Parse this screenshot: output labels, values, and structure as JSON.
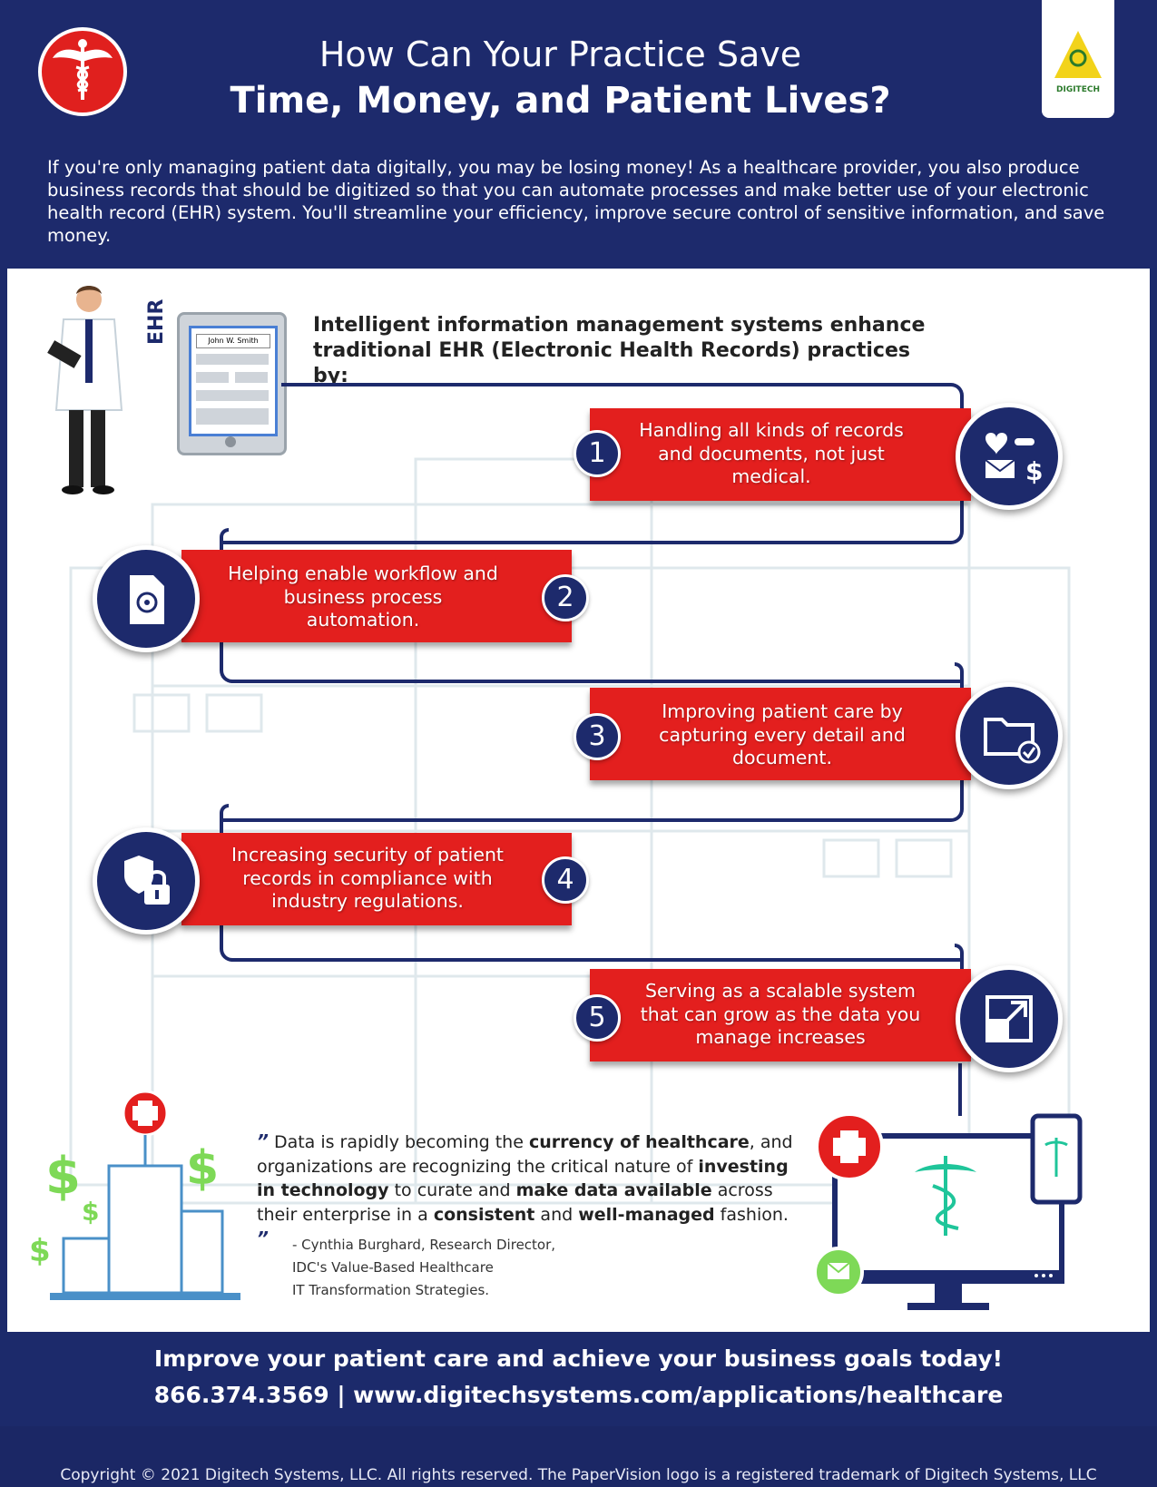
{
  "header": {
    "title_line1": "How Can Your Practice Save",
    "title_line2": "Time, Money, and Patient Lives?",
    "brand_logo_text": "DIGITECH",
    "intro": "If you're only managing patient data digitally, you may be losing money! As a healthcare provider, you also produce business records that should be digitized so that you can automate processes and make better use of  your electronic health record (EHR) system. You'll streamline your efficiency, improve secure control of sensitive information, and save money."
  },
  "main": {
    "tablet_label": "EHR",
    "tablet_name": "John W. Smith",
    "subheading": "Intelligent information management systems enhance traditional EHR (Electronic Health Records) practices by:",
    "steps": [
      {
        "number": "1",
        "text": "Handling all kinds of records and documents, not just medical.",
        "icon": "heart-money-mail-icon"
      },
      {
        "number": "2",
        "text": "Helping enable workflow and business process automation.",
        "icon": "document-gear-icon"
      },
      {
        "number": "3",
        "text": "Improving patient care by capturing every detail and document.",
        "icon": "folder-check-icon"
      },
      {
        "number": "4",
        "text": "Increasing security of patient records in compliance with industry regulations.",
        "icon": "shield-lock-icon"
      },
      {
        "number": "5",
        "text": "Serving as a scalable system that can grow as the data you manage increases",
        "icon": "scale-expand-icon"
      }
    ],
    "quote": {
      "open_mark": "”",
      "close_mark": "”",
      "segments": [
        {
          "text": "Data is rapidly becoming the ",
          "bold": false
        },
        {
          "text": "currency of healthcare",
          "bold": true
        },
        {
          "text": ", and organizations are recognizing the critical nature of ",
          "bold": false
        },
        {
          "text": "investing in technology",
          "bold": true
        },
        {
          "text": " to curate and ",
          "bold": false
        },
        {
          "text": "make data available",
          "bold": true
        },
        {
          "text": " across their enterprise in a ",
          "bold": false
        },
        {
          "text": "consistent",
          "bold": true
        },
        {
          "text": " and ",
          "bold": false
        },
        {
          "text": "well-managed",
          "bold": true
        },
        {
          "text": " fashion.",
          "bold": false
        }
      ],
      "attribution_line1": "- Cynthia Burghard, Research Director,",
      "attribution_line2": "IDC's Value-Based Healthcare",
      "attribution_line3": "IT Transformation Strategies."
    }
  },
  "cta": {
    "line1": "Improve your patient care and achieve your business goals today!",
    "line2": "866.374.3569 | www.digitechsystems.com/applications/healthcare"
  },
  "footer": {
    "copyright": "Copyright © 2021 Digitech Systems, LLC. All rights reserved. The PaperVision logo is a registered trademark of Digitech Systems, LLC"
  },
  "colors": {
    "navy": "#1d2a6c",
    "red": "#e31f1e",
    "teal": "#1fc59a",
    "green": "#7ed957"
  }
}
